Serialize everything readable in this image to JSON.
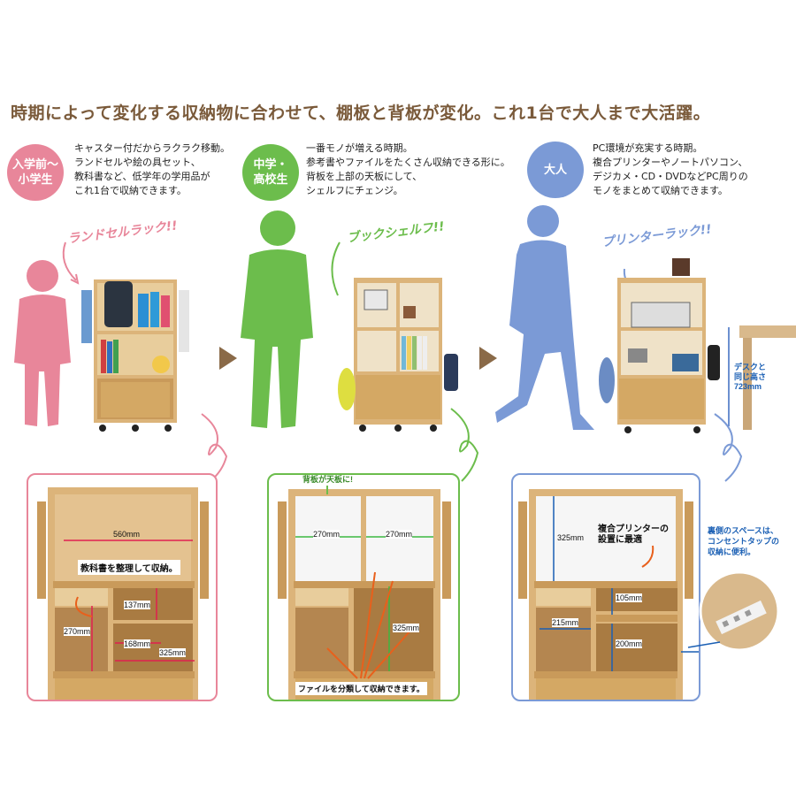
{
  "headline": "時期によって変化する収納物に合わせて、棚板と背板が変化。これ1台で大人まで大活躍。",
  "colors": {
    "pink": "#e8869a",
    "green": "#6cbd4c",
    "blue": "#7b9ad6",
    "brown": "#7a5a3a",
    "wood": "#dcb47a",
    "red": "#e02050",
    "orange": "#e8601c",
    "navy": "#1a5fb4"
  },
  "stages": [
    {
      "badge": "入学前〜\n小学生",
      "description": "キャスター付だからラクラク移動。\nランドセルや絵の具セット、\n教科書など、低学年の学用品が\nこれ1台で収納できます。",
      "callout": "ランドセルラック!!",
      "panel_note": "教科書を整理して収納。",
      "dims": {
        "width_top": "560mm",
        "h1": "137mm",
        "h2": "270mm",
        "w1": "168mm",
        "w2": "325mm"
      }
    },
    {
      "badge": "中学・\n高校生",
      "description": "一番モノが増える時期。\n参考書やファイルをたくさん収納できる形に。\n背板を上部の天板にして、\nシェルフにチェンジ。",
      "callout": "ブックシェルフ!!",
      "panel_top_note": "背板が天板に!",
      "panel_note": "ファイルを分類して収納できます。",
      "dims": {
        "w_left": "270mm",
        "w_right": "270mm",
        "h": "325mm"
      }
    },
    {
      "badge": "大人",
      "description": "PC環境が充実する時期。\n複合プリンターやノートパソコン、\nデジカメ・CD・DVDなどPC周りの\nモノをまとめて収納できます。",
      "callout": "プリンターラック!!",
      "desk_note": "デスクと\n同じ高さ\n723mm",
      "panel_note": "複合プリンターの\n設置に最適",
      "side_note": "裏側のスペースは、\nコンセントタップの\n収納に便利。",
      "dims": {
        "h_top": "325mm",
        "h_mid": "105mm",
        "w_left": "215mm",
        "h_bottom": "200mm"
      }
    }
  ]
}
